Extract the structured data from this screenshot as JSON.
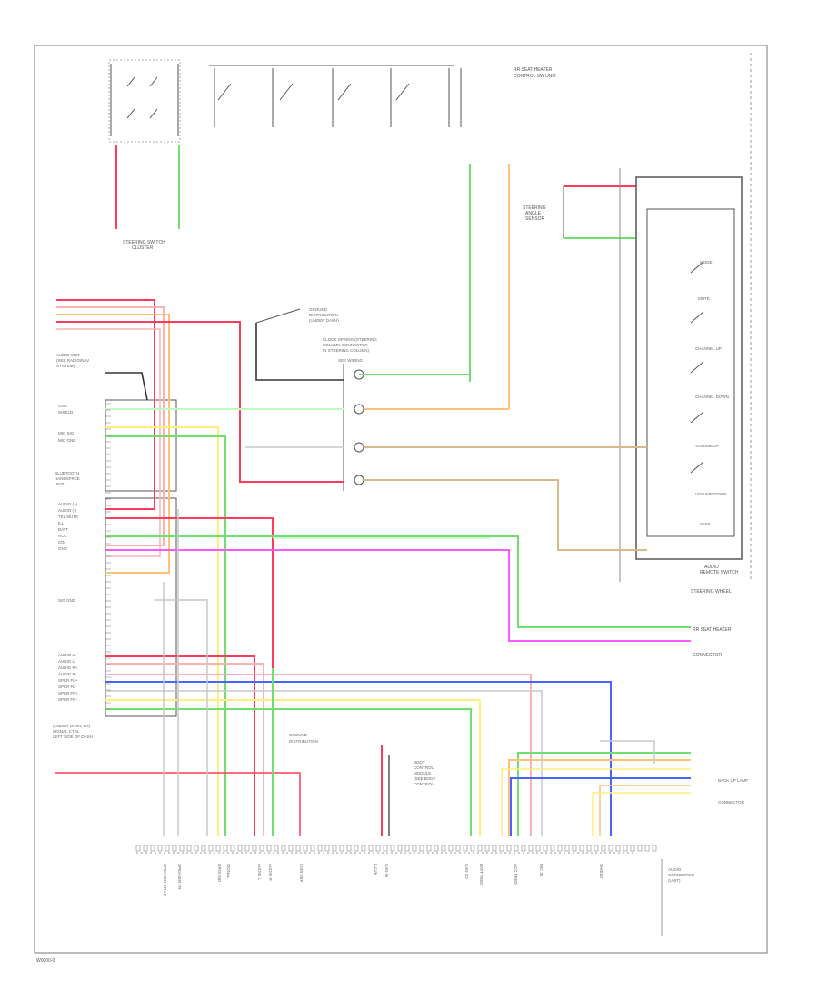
{
  "page_code": "W0000-0",
  "components": {
    "top_right": [
      "RR SEAT HEATER",
      "CONTROL SW UNIT"
    ],
    "seat_cushion_left": [
      "STEERING SWITCH",
      "CLUSTER"
    ],
    "horn_assembly": [
      "STEERING",
      "ANGLE",
      "SENSOR"
    ],
    "steering_sw_right": [
      "AUDIO",
      "REMOTE SWITCH"
    ],
    "steering_column": "STEERING WHEEL",
    "ground_box": [
      "GROUND",
      "DISTRIBUTION",
      "(UNDER DASH)"
    ],
    "clock_spring": [
      "CLOCK SPRING (STEERING",
      "COLUMN CONNECTOR",
      "IN STEERING COLUMN)",
      "SEE WIRING"
    ],
    "audio_unit": [
      "AUDIO UNIT",
      "(SEE RADIO/NAV",
      "SYSTEM)"
    ],
    "bluetooth_unit": [
      "BLUETOOTH",
      "HANDSFREE",
      "UNIT"
    ],
    "rear_seat_heater_conn": [
      "RR SEAT HEATER",
      "CONNECTOR"
    ],
    "lower_left_note": [
      "(UNDER DASH, LH)",
      "SIGNAL CTRL",
      "LEFT SIDE OF DASH"
    ],
    "mid_note": [
      "BODY",
      "CONTROL",
      "MODULE",
      "(SEE BODY",
      "CONTROL)"
    ],
    "mid_label": [
      "GROUND",
      "DISTRIBUTION"
    ],
    "right_conn": [
      "BACK UP LAMP",
      "CONNECTOR"
    ],
    "bottom_right_box": [
      "AUDIO",
      "CONNECTOR",
      "(UNIT)"
    ]
  },
  "switches_right": [
    "MODE",
    "MUTE",
    "CHANNEL UP",
    "CHANNEL DOWN",
    "VOLUME UP",
    "VOLUME DOWN",
    "SEEK"
  ],
  "pin_labels_left": [
    "GND",
    "SHIELD",
    "MIC SIG",
    "MIC GND",
    "AUDIO (+)",
    "AUDIO (-)",
    "TEL MUTE",
    "ILL",
    "BATT",
    "ACC",
    "IGN",
    "GND",
    "SIG GND",
    "AUDIO L+",
    "AUDIO L-",
    "AUDIO R+",
    "AUDIO R-",
    "SPKR FL+",
    "SPKR FL-",
    "SPKR FR+",
    "SPKR FR-"
  ],
  "bottom_pin_labels": [
    "SPEAKER RR LH",
    "SPEAKER FR",
    "GROUND",
    "SIGNAL",
    "AUDIO L",
    "AUDIO R",
    "LOW REF",
    "ILLUM",
    "CAN HI",
    "CAN LO",
    "BATT FEED",
    "ACC FEED",
    "MIC IN",
    "SHIELD"
  ],
  "wire_colors": {
    "red": "#ff3b5c",
    "pink": "#ffb0b0",
    "yellow": "#fff07a",
    "green": "#6fe06f",
    "blue": "#4a63ff",
    "magenta": "#ff5aff",
    "orange": "#ffc07a",
    "tan": "#d9b98c",
    "light_green": "#bfffbf",
    "gray": "#c8c8c8"
  }
}
